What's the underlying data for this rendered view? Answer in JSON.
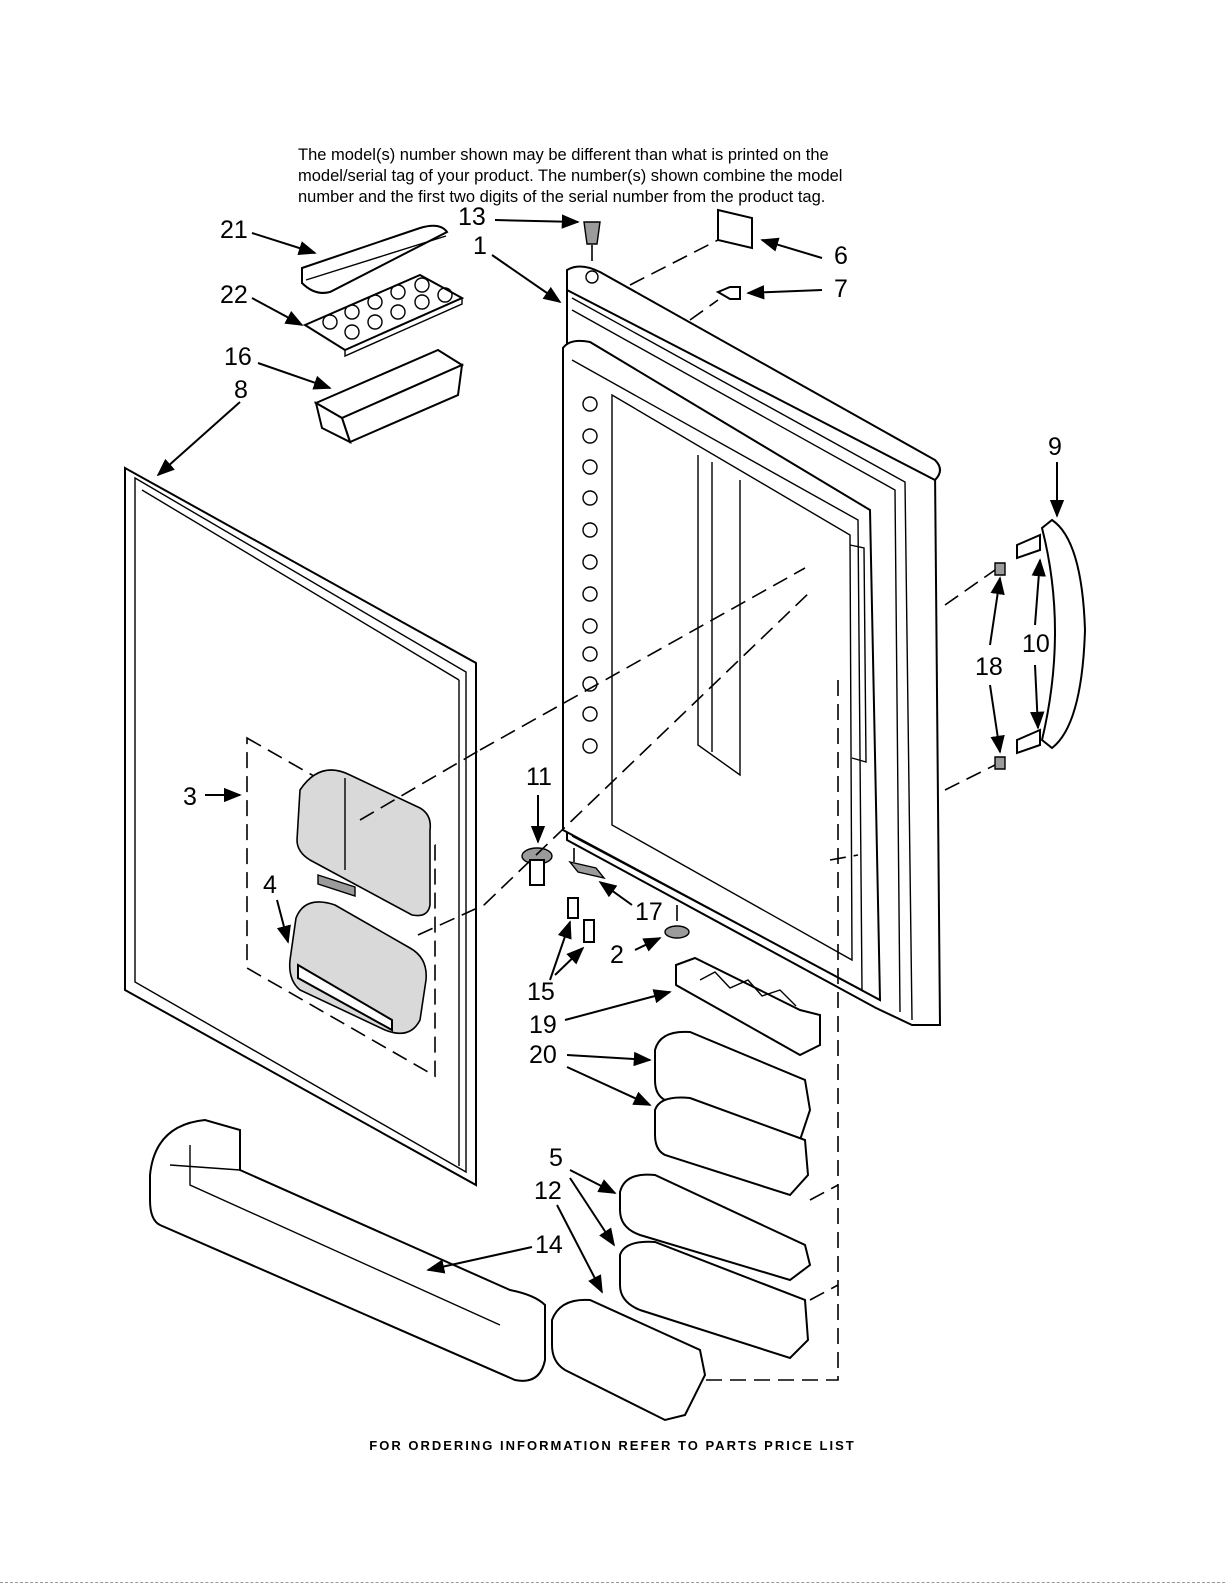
{
  "note": {
    "line1": "The model(s) number shown may be different than what is printed on the",
    "line2": "model/serial tag of your product. The number(s) shown combine the model",
    "line3": "number and the first two digits of the serial number from the product tag."
  },
  "footer": "FOR ORDERING INFORMATION REFER TO PARTS PRICE LIST",
  "callouts": {
    "c1": "1",
    "c2": "2",
    "c3": "3",
    "c4": "4",
    "c5": "5",
    "c6": "6",
    "c7": "7",
    "c8": "8",
    "c9": "9",
    "c10": "10",
    "c11": "11",
    "c12": "12",
    "c13": "13",
    "c14": "14",
    "c15": "15",
    "c16": "16",
    "c17": "17",
    "c18": "18",
    "c19": "19",
    "c20": "20",
    "c21": "21",
    "c22": "22"
  }
}
